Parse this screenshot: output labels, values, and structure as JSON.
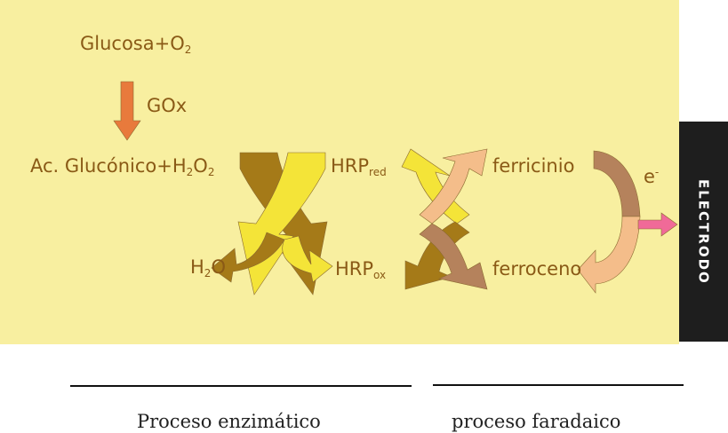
{
  "diagram": {
    "colors": {
      "background": "#f8efa0",
      "label_text": "#8a5a16",
      "input_arrow": "#e87a3c",
      "enzyme_arrow_dark": "#a57a18",
      "arrow_yellow": "#f4e438",
      "arrow_peach": "#f4bd8a",
      "arrow_brown": "#b5825c",
      "output_arrow": "#f06a98",
      "electrode": "#1e1e1e"
    },
    "labels": {
      "glucosa": "Glucosa+O",
      "glucosa_sub": "2",
      "gox": "GOx",
      "acido_a": "Ac. Glucónico+H",
      "acido_sub1": "2",
      "acido_b": "O",
      "acido_sub2": "2",
      "h2o_a": "H",
      "h2o_sub": "2",
      "h2o_b": "O",
      "hrp_red": "HRP",
      "hrp_red_sub": "red",
      "hrp_ox": "HRP",
      "hrp_ox_sub": "ox",
      "ferricinio": "ferricinio",
      "ferroceno": "ferroceno",
      "electron": "e",
      "electron_sup": "-",
      "electrodo": "ELECTRODO"
    }
  },
  "captions": {
    "enzimatico": "Proceso enzimático",
    "faradaico": "proceso faradaico"
  }
}
